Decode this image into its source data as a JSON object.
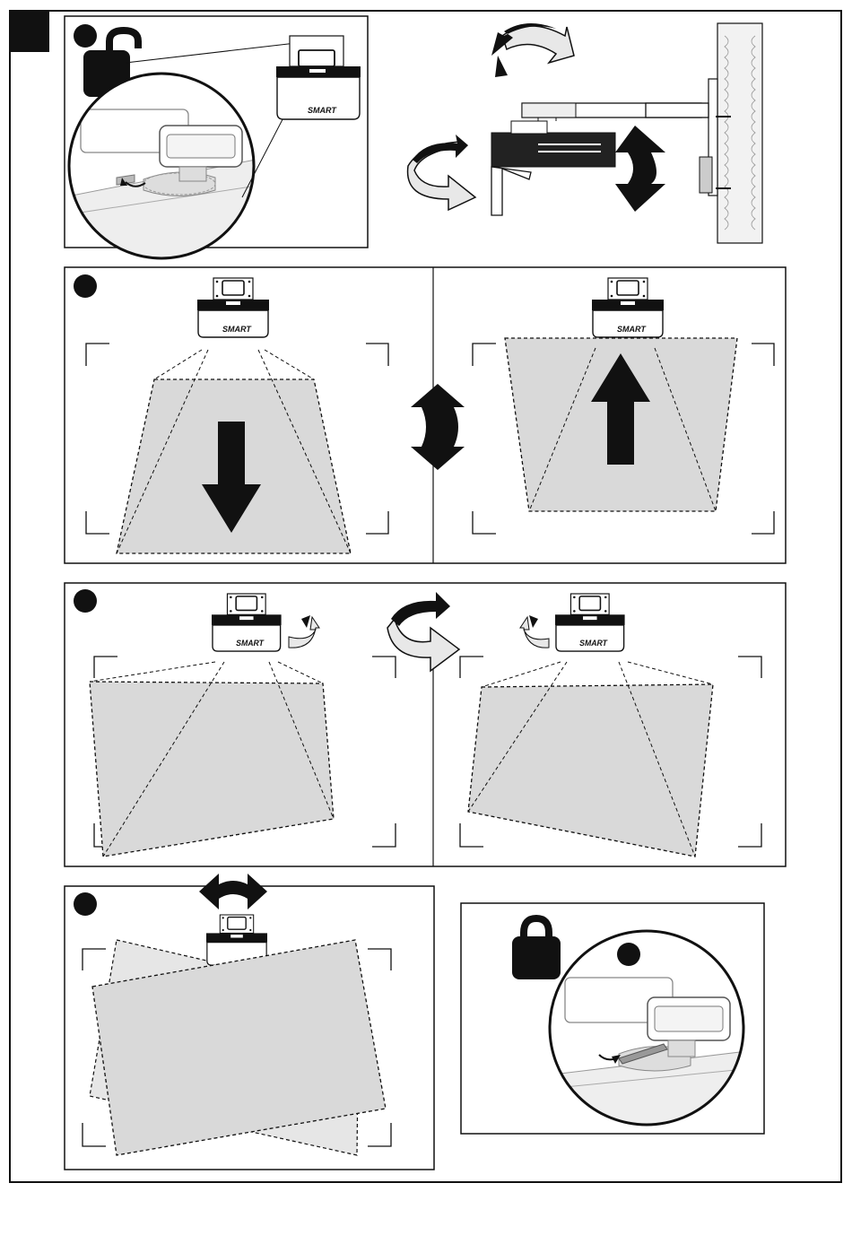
{
  "document": {
    "brand_label": "SMART",
    "steps": [
      {
        "id": "step-unlock",
        "lock_state": "unlocked"
      },
      {
        "id": "step-vertical-shift"
      },
      {
        "id": "step-horizontal-rotation"
      },
      {
        "id": "step-roll-level"
      },
      {
        "id": "step-lock",
        "lock_state": "locked"
      }
    ]
  },
  "colors": {
    "ink": "#111111",
    "projection_fill": "#d9d9d9",
    "projection_fill_light": "#e6e6e6",
    "arrow_light": "#e8e8e8",
    "wall_fill": "#f2f2f2"
  }
}
